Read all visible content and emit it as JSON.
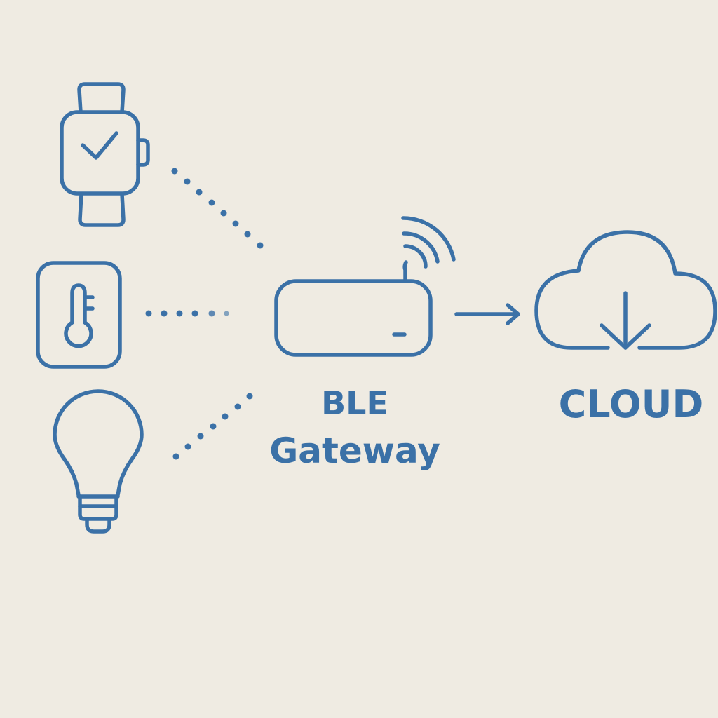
{
  "diagram": {
    "type": "ble-iot-architecture",
    "accent_color": "#3b71a7",
    "background_color": "#efebe2",
    "devices": [
      {
        "name": "smartwatch",
        "icon": "smartwatch-icon"
      },
      {
        "name": "thermometer-sensor",
        "icon": "thermometer-icon"
      },
      {
        "name": "light-bulb",
        "icon": "lightbulb-icon"
      }
    ],
    "gateway": {
      "icon": "router-icon",
      "label_line1": "BLE",
      "label_line2": "Gateway"
    },
    "cloud": {
      "icon": "cloud-download-icon",
      "label": "CLOUD"
    },
    "connections": [
      {
        "from": "smartwatch",
        "to": "gateway",
        "style": "dotted"
      },
      {
        "from": "thermometer-sensor",
        "to": "gateway",
        "style": "dotted"
      },
      {
        "from": "light-bulb",
        "to": "gateway",
        "style": "dotted"
      },
      {
        "from": "gateway",
        "to": "cloud",
        "style": "arrow"
      }
    ]
  }
}
